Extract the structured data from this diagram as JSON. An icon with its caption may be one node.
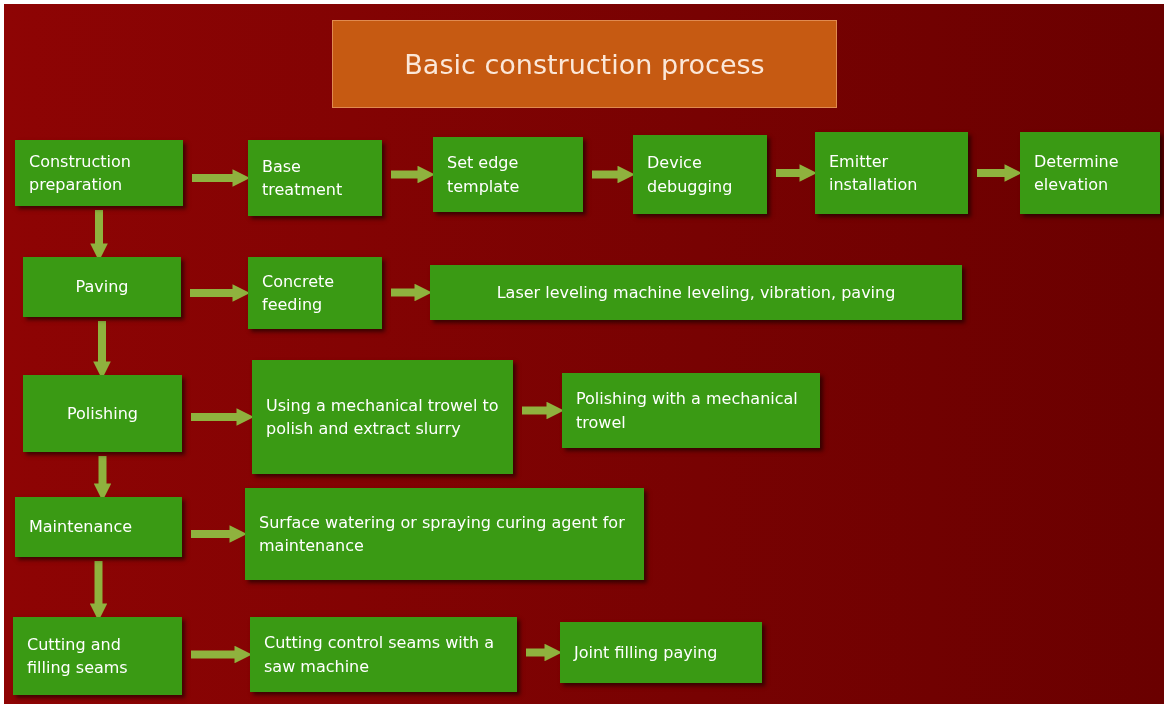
{
  "diagram": {
    "title": "Basic construction process",
    "nodes": [
      {
        "text": [
          "Construction preparation"
        ]
      },
      {
        "text": [
          "Base treatment"
        ]
      },
      {
        "text": [
          "Set edge template"
        ]
      },
      {
        "text": [
          "Device debugging"
        ]
      },
      {
        "text": [
          "Emitter installation"
        ]
      },
      {
        "text": [
          "Determine elevation"
        ]
      },
      {
        "text": [
          "Paving"
        ]
      },
      {
        "text": [
          "Concrete feeding"
        ]
      },
      {
        "text": [
          "Laser leveling machine leveling, vibration, paving"
        ]
      },
      {
        "text": [
          "Polishing"
        ]
      },
      {
        "text": [
          "Using a mechanical trowel to polish and extract slurry"
        ]
      },
      {
        "text": [
          "Polishing with a mechanical trowel"
        ]
      },
      {
        "text": [
          "Maintenance"
        ]
      },
      {
        "text": [
          "Surface watering or spraying curing agent for maintenance"
        ]
      },
      {
        "text": [
          "Cutting and filling seams"
        ]
      },
      {
        "text": [
          "Cutting control seams with a saw machine"
        ]
      },
      {
        "text": [
          "Joint filling paying"
        ]
      }
    ],
    "edges": [
      {
        "from": 0,
        "to": 1,
        "arrow": "to"
      },
      {
        "from": 1,
        "to": 2,
        "arrow": "to"
      },
      {
        "from": 2,
        "to": 3,
        "arrow": "to"
      },
      {
        "from": 3,
        "to": 4,
        "arrow": "to"
      },
      {
        "from": 4,
        "to": 5,
        "arrow": "to"
      },
      {
        "from": 0,
        "to": 6,
        "arrow": "to"
      },
      {
        "from": 6,
        "to": 7,
        "arrow": "to"
      },
      {
        "from": 7,
        "to": 8,
        "arrow": "to"
      },
      {
        "from": 6,
        "to": 9,
        "arrow": "to"
      },
      {
        "from": 9,
        "to": 10,
        "arrow": "to"
      },
      {
        "from": 10,
        "to": 11,
        "arrow": "to"
      },
      {
        "from": 9,
        "to": 12,
        "arrow": "to"
      },
      {
        "from": 12,
        "to": 13,
        "arrow": "to"
      },
      {
        "from": 12,
        "to": 14,
        "arrow": "to"
      },
      {
        "from": 14,
        "to": 15,
        "arrow": "to"
      },
      {
        "from": 15,
        "to": 16,
        "arrow": "to"
      }
    ]
  }
}
